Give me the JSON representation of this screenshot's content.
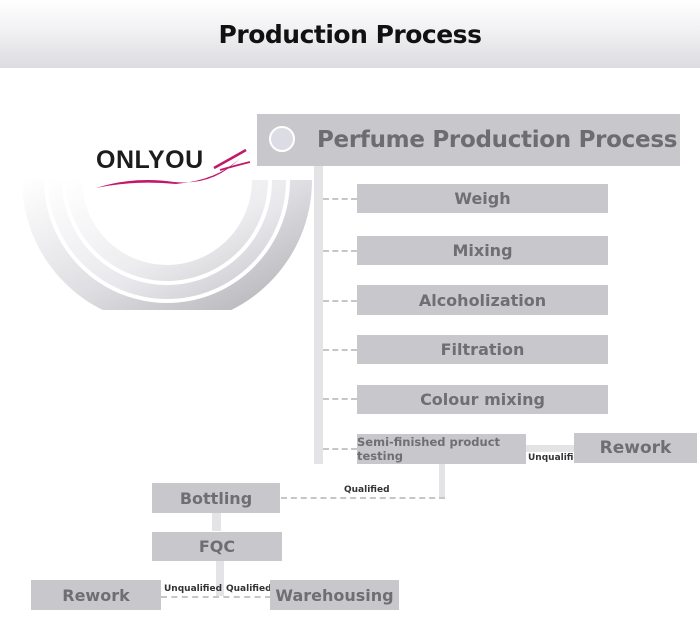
{
  "header": {
    "title": "Production Process"
  },
  "logo": {
    "brand": "ONLYOU",
    "accent_color": "#c2186b"
  },
  "main": {
    "title": "Perfume Production Process"
  },
  "steps": [
    {
      "label": "Weigh"
    },
    {
      "label": "Mixing"
    },
    {
      "label": "Alcoholization"
    },
    {
      "label": "Filtration"
    },
    {
      "label": "Colour mixing"
    },
    {
      "label": "Semi-finished product testing"
    }
  ],
  "testing_branch": {
    "unqualified_label": "Unqualified",
    "rework_label": "Rework",
    "qualified_label": "Qualified"
  },
  "lower": {
    "bottling_label": "Bottling",
    "fqc_label": "FQC",
    "rework_label": "Rework",
    "warehousing_label": "Warehousing",
    "unqualified_label": "Unqualified",
    "qualified_label": "Qualified"
  },
  "colors": {
    "box": "#c8c8cc",
    "box_text": "#6f6f73",
    "flag": "#b2b2b6",
    "connector": "#e4e4e6"
  }
}
